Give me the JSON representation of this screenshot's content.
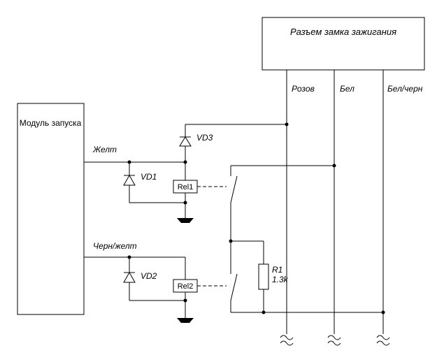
{
  "diagram": {
    "title": "Разъем замка зажигания",
    "module": "Модуль запуска",
    "wires": {
      "pink": "Розов",
      "white": "Бел",
      "white_black": "Бел/черн",
      "yellow": "Желт",
      "black_yellow": "Черн/желт"
    },
    "components": {
      "vd1": "VD1",
      "vd2": "VD2",
      "vd3": "VD3",
      "rel1": "Rel1",
      "rel2": "Rel2",
      "r1_name": "R1",
      "r1_value": "1.3k"
    },
    "colors": {
      "line": "#000000",
      "background": "#ffffff"
    },
    "symbols": [
      "diode-icon",
      "relay-coil-icon",
      "relay-contact-icon",
      "resistor-icon",
      "ground-icon",
      "wire-break-icon",
      "junction-dot-icon"
    ]
  }
}
